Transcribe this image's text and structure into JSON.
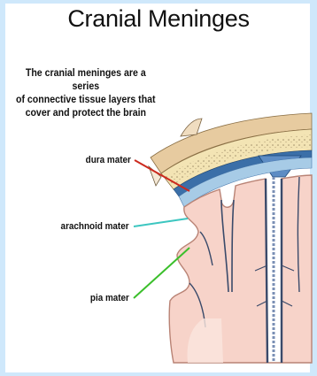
{
  "title": "Cranial Meninges",
  "intro": {
    "line1": "The cranial meninges are a series",
    "line2": "of connective tissue layers that",
    "line3": "cover and protect the brain"
  },
  "labels": {
    "dura": "dura mater",
    "arachnoid": "arachnoid mater",
    "pia": "pia mater"
  },
  "colors": {
    "border": "#cfe8fb",
    "skin": "#e8cfa0",
    "bone": "#f3e4b4",
    "dura": "#3b6fa8",
    "arachnoid_space": "#a7cbe6",
    "cortex": "#f7d3c9",
    "cortex_edge": "#d9a79a",
    "pointer_dura": "#cc2a1e",
    "pointer_arachnoid": "#3cc6c0",
    "pointer_pia": "#3bbf2b"
  }
}
